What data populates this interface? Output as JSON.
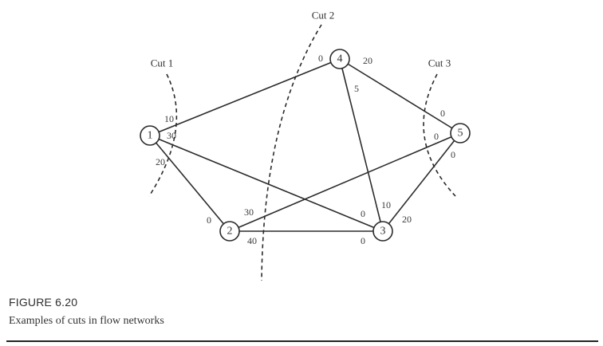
{
  "figure": {
    "number": "FIGURE 6.20",
    "caption": "Examples of cuts in flow networks"
  },
  "nodes": [
    {
      "id": "1",
      "label": "1"
    },
    {
      "id": "2",
      "label": "2"
    },
    {
      "id": "3",
      "label": "3"
    },
    {
      "id": "4",
      "label": "4"
    },
    {
      "id": "5",
      "label": "5"
    }
  ],
  "edges": [
    {
      "from": "1",
      "to": "4",
      "label_near_from": "10",
      "label_near_to": "0"
    },
    {
      "from": "1",
      "to": "3",
      "label_near_from": "30",
      "label_near_to": "0"
    },
    {
      "from": "1",
      "to": "2",
      "label_near_from": "20",
      "label_near_to": "0"
    },
    {
      "from": "4",
      "to": "5",
      "label_near_from": "20",
      "label_near_to": "0"
    },
    {
      "from": "4",
      "to": "3",
      "label_near_from": "5",
      "label_near_to": "10"
    },
    {
      "from": "2",
      "to": "5",
      "label_near_from": "30",
      "label_near_to": "0"
    },
    {
      "from": "2",
      "to": "3",
      "label_near_from": "40",
      "label_near_to": "0"
    },
    {
      "from": "3",
      "to": "5",
      "label_near_from": "20",
      "label_near_to": "0"
    }
  ],
  "cuts": [
    {
      "id": "cut1",
      "label": "Cut 1"
    },
    {
      "id": "cut2",
      "label": "Cut 2"
    },
    {
      "id": "cut3",
      "label": "Cut 3"
    }
  ]
}
